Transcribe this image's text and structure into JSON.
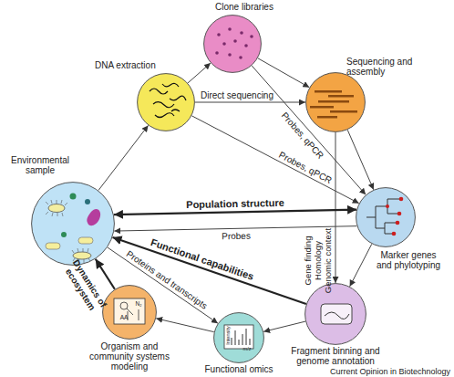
{
  "diagram": {
    "nodes": [
      {
        "text": [
          "Clone libraries"
        ]
      },
      {
        "text": [
          "DNA extraction"
        ]
      },
      {
        "text": [
          "Sequencing and assembly"
        ]
      },
      {
        "text": [
          "Environmental sample"
        ]
      },
      {
        "text": [
          "Marker genes and phylotyping"
        ]
      },
      {
        "text": [
          "Fragment binning and genome annotation"
        ]
      },
      {
        "text": [
          "Organism and community systems modeling"
        ]
      },
      {
        "text": [
          "Functional omics"
        ]
      }
    ],
    "edges": [
      {
        "from": 3,
        "to": 1,
        "arrow": "to"
      },
      {
        "from": 1,
        "to": 0,
        "arrow": "to"
      },
      {
        "from": 0,
        "to": 2,
        "arrow": "to"
      },
      {
        "from": 1,
        "to": 2,
        "arrow": "to",
        "label": "Direct sequencing"
      },
      {
        "from": 0,
        "to": 4,
        "arrow": "to",
        "label": "Probes, qPCR"
      },
      {
        "from": 1,
        "to": 4,
        "arrow": "to",
        "label": "Probes, qPCR"
      },
      {
        "from": 2,
        "to": 4,
        "arrow": "to"
      },
      {
        "from": 2,
        "to": 5,
        "arrow": "to",
        "label": "Gene finding Homology Genomic context"
      },
      {
        "from": 4,
        "to": 5,
        "arrow": "to"
      },
      {
        "from": 3,
        "to": 4,
        "arrow": "both",
        "label": "Population structure"
      },
      {
        "from": 4,
        "to": 3,
        "arrow": "to",
        "label": "Probes"
      },
      {
        "from": 5,
        "to": 3,
        "arrow": "to",
        "label": "Functional capabilities"
      },
      {
        "from": 3,
        "to": 7,
        "arrow": "to",
        "label": "Proteins and transcripts"
      },
      {
        "from": 5,
        "to": 7,
        "arrow": "to"
      },
      {
        "from": 7,
        "to": 6,
        "arrow": "to"
      },
      {
        "from": 6,
        "to": 3,
        "arrow": "to",
        "label": "Dynamics of ecosystem"
      }
    ],
    "labels": [
      "Intensity",
      "m/z",
      "N₂",
      "AA",
      "Current Opinion in Biotechnology"
    ]
  }
}
